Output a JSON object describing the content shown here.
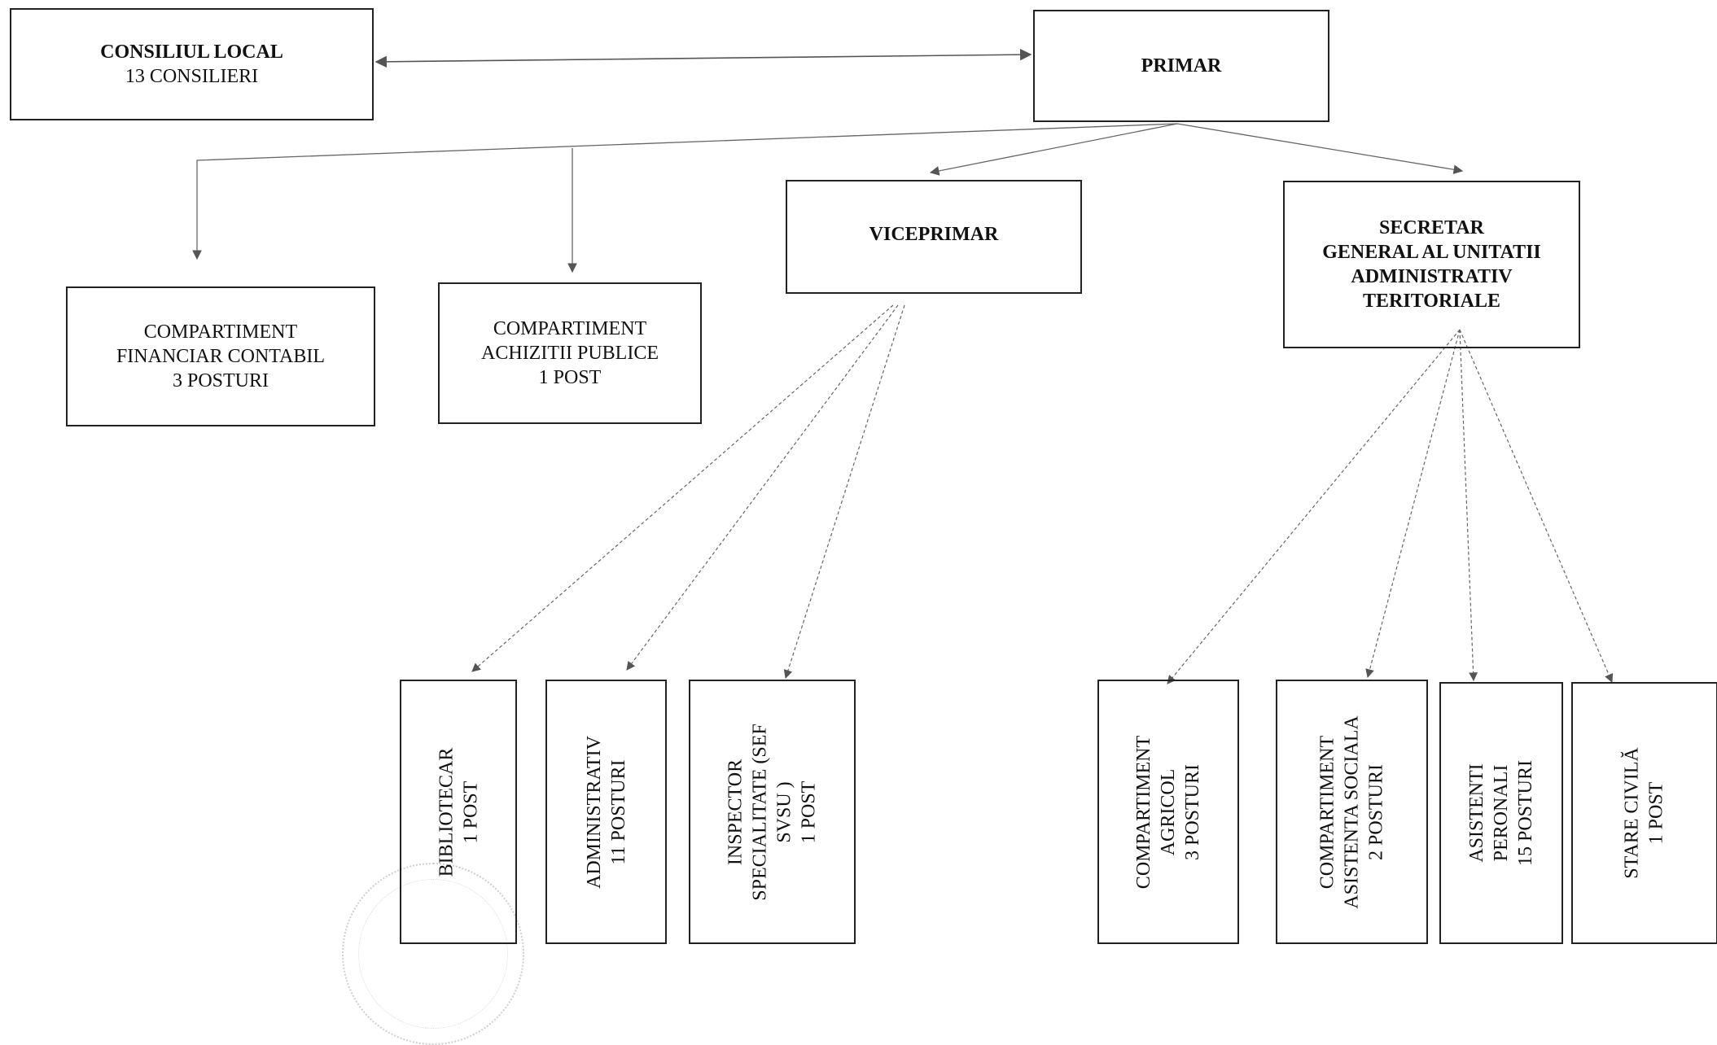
{
  "nodes": {
    "consiliul": {
      "lines": [
        "CONSILIUL LOCAL",
        "13 CONSILIERI"
      ]
    },
    "primar": {
      "lines": [
        "PRIMAR"
      ]
    },
    "financiar": {
      "lines": [
        "COMPARTIMENT",
        "FINANCIAR CONTABIL",
        "3 POSTURI"
      ]
    },
    "achizitii": {
      "lines": [
        "COMPARTIMENT",
        "ACHIZITII PUBLICE",
        "1 POST"
      ]
    },
    "viceprimar": {
      "lines": [
        "VICEPRIMAR"
      ]
    },
    "secretar": {
      "lines": [
        "SECRETAR",
        "GENERAL AL UNITATII",
        "ADMINISTRATIV",
        "TERITORIALE"
      ]
    },
    "bibliotecar": {
      "lines": [
        "BIBLIOTECAR",
        "1 POST"
      ]
    },
    "administrativ": {
      "lines": [
        "ADMINISTRATIV",
        "11  POSTURI"
      ]
    },
    "inspector": {
      "lines": [
        "INSPECTOR",
        "SPECIALITATE (SEF",
        "SVSU )",
        "1 POST"
      ]
    },
    "agricol": {
      "lines": [
        "COMPARTIMENT",
        "AGRICOL",
        "3 POSTURI"
      ]
    },
    "asistenta": {
      "lines": [
        "COMPARTIMENT",
        "ASISTENTA SOCIALA",
        "2 POSTURI"
      ]
    },
    "asistenti": {
      "lines": [
        "ASISTENTI",
        "PERONALI",
        "15 POSTURI"
      ]
    },
    "stare": {
      "lines": [
        "STARE CIVILĂ",
        "1 POST"
      ]
    }
  },
  "edges": [
    {
      "from": "consiliul",
      "to": "primar",
      "bidirectional": true
    },
    {
      "from": "primar",
      "to": "financiar"
    },
    {
      "from": "primar",
      "to": "achizitii"
    },
    {
      "from": "primar",
      "to": "viceprimar"
    },
    {
      "from": "primar",
      "to": "secretar"
    },
    {
      "from": "viceprimar",
      "to": "bibliotecar"
    },
    {
      "from": "viceprimar",
      "to": "administrativ"
    },
    {
      "from": "viceprimar",
      "to": "inspector"
    },
    {
      "from": "secretar",
      "to": "agricol"
    },
    {
      "from": "secretar",
      "to": "asistenta"
    },
    {
      "from": "secretar",
      "to": "asistenti"
    },
    {
      "from": "secretar",
      "to": "stare"
    }
  ],
  "colors": {
    "line": "#555555",
    "border": "#222222"
  }
}
